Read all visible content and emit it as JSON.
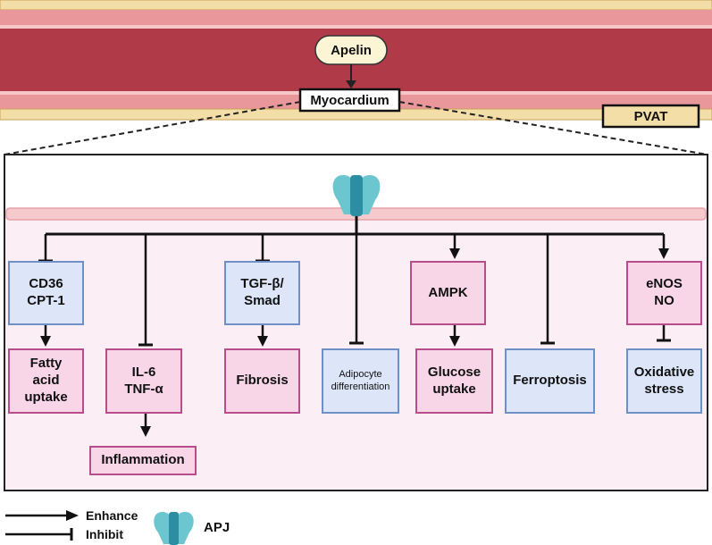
{
  "vessel": {
    "apelin_label": "Apelin",
    "myocardium_label": "Myocardium",
    "pvat_label": "PVAT"
  },
  "pathways": {
    "cd36": "CD36\nCPT-1",
    "fatty_acid": "Fatty\nacid\nuptake",
    "il6": "IL-6\nTNF-α",
    "inflammation": "Inflammation",
    "tgf": "TGF-β/\nSmad",
    "fibrosis": "Fibrosis",
    "adipocyte": "Adipocyte\ndifferentiation",
    "ampk": "AMPK",
    "glucose": "Glucose\nuptake",
    "ferroptosis": "Ferroptosis",
    "enos": "eNOS\nNO",
    "oxidative": "Oxidative\nstress"
  },
  "legend": {
    "enhance": "Enhance",
    "inhibit": "Inhibit",
    "apj": "APJ"
  },
  "colors": {
    "vessel_wall": "#b03a48",
    "vessel_stripe": "#e9979a",
    "pvat": "#f4dea8",
    "cell_bg": "#fbeef4",
    "membrane": "#f6c9cd",
    "receptor": "#6cc6cf",
    "receptor_dark": "#2d8ea3",
    "enhance_box": "#f8d6e8",
    "inhibit_box": "#dde6f8"
  }
}
